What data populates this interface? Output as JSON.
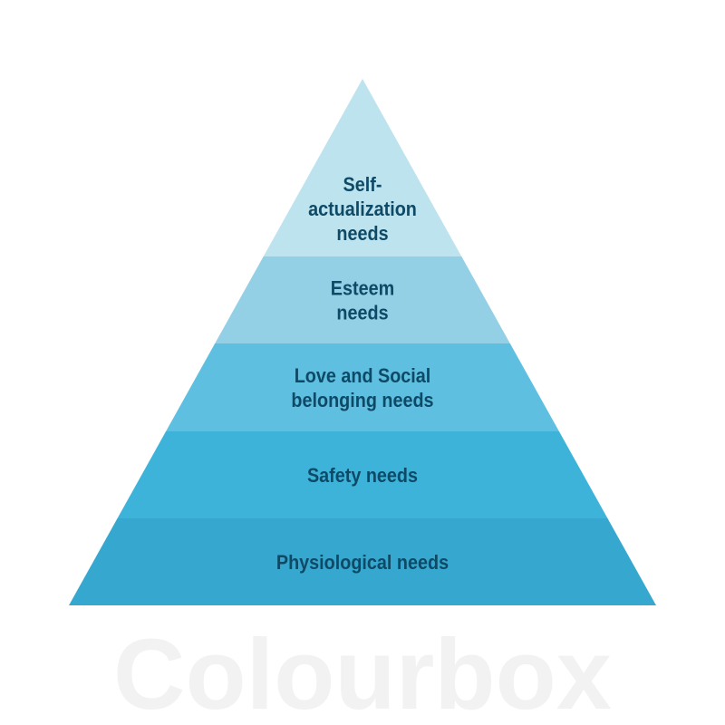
{
  "diagram": {
    "type": "pyramid",
    "text_color": "#0e4a66",
    "levels": [
      {
        "lines": [
          "Self-",
          "actualization",
          "needs"
        ],
        "color": "#bde3ef"
      },
      {
        "lines": [
          "Esteem",
          "needs"
        ],
        "color": "#93d0e6"
      },
      {
        "lines": [
          "Love and Social",
          "belonging needs"
        ],
        "color": "#5fbfe0"
      },
      {
        "lines": [
          "Safety needs"
        ],
        "color": "#3db3da"
      },
      {
        "lines": [
          "Physiological needs"
        ],
        "color": "#36a8d0"
      }
    ]
  },
  "watermark": "Colourbox"
}
